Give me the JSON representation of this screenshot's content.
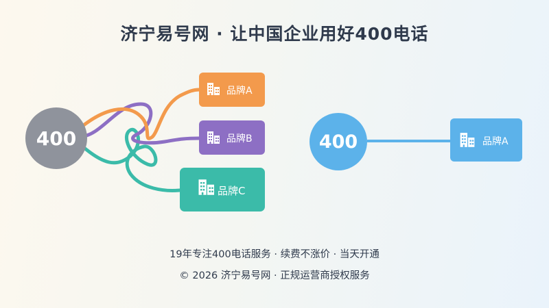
{
  "title": "济宁易号网 · 让中国企业用好400电话",
  "left_diagram": {
    "hub_label": "400",
    "brands": [
      {
        "label": "品牌A",
        "color": "#f39a4c"
      },
      {
        "label": "品牌B",
        "color": "#8d6fc4"
      },
      {
        "label": "品牌C",
        "color": "#3bbba9"
      }
    ],
    "hub_color": "#8f939c"
  },
  "right_diagram": {
    "hub_label": "400",
    "brand_label": "品牌A",
    "color": "#5cb2ea"
  },
  "footer": {
    "line1": "19年专注400电话服务 · 续费不涨价 · 当天开通",
    "line2": "© 2026 济宁易号网 · 正规运营商授权服务"
  },
  "icons": {
    "brand_icon": "building-icon"
  }
}
